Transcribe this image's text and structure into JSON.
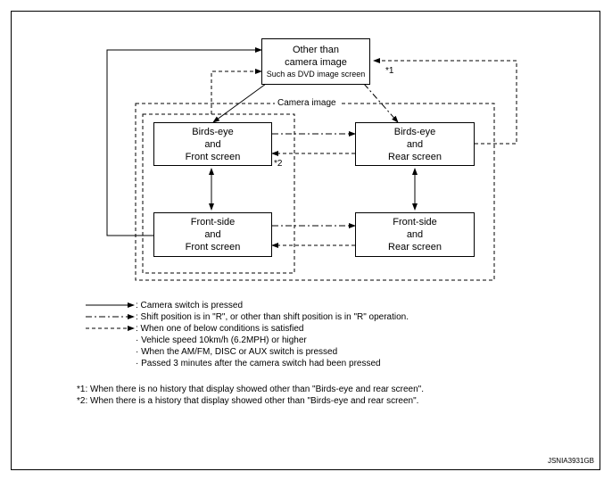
{
  "boxes": {
    "other": {
      "line1": "Other than",
      "line2": "camera image",
      "line3": "Such as DVD image screen"
    },
    "birds_front": {
      "line1": "Birds-eye",
      "line2": "and",
      "line3": "Front screen"
    },
    "birds_rear": {
      "line1": "Birds-eye",
      "line2": "and",
      "line3": "Rear screen"
    },
    "fs_front": {
      "line1": "Front-side",
      "line2": "and",
      "line3": "Front screen"
    },
    "fs_rear": {
      "line1": "Front-side",
      "line2": "and",
      "line3": "Rear screen"
    }
  },
  "group_label": "Camera image",
  "footnote_marks": {
    "m1": "*1",
    "m2": "*2"
  },
  "legend": {
    "solid": ": Camera switch is pressed",
    "dashdot": ": Shift position is in \"R\", or other than shift position is in \"R\" operation.",
    "dashed": ": When one of below conditions is satisfied",
    "conditions": [
      "· Vehicle speed 10km/h (6.2MPH) or higher",
      "· When the AM/FM, DISC or AUX switch is pressed",
      "· Passed 3 minutes after the camera switch had been pressed"
    ]
  },
  "notes": [
    "*1: When there is no history that display showed other than \"Birds-eye and rear screen\".",
    "*2: When there is a history that display showed other than \"Birds-eye and rear screen\"."
  ],
  "figure_code": "JSNIA3931GB"
}
